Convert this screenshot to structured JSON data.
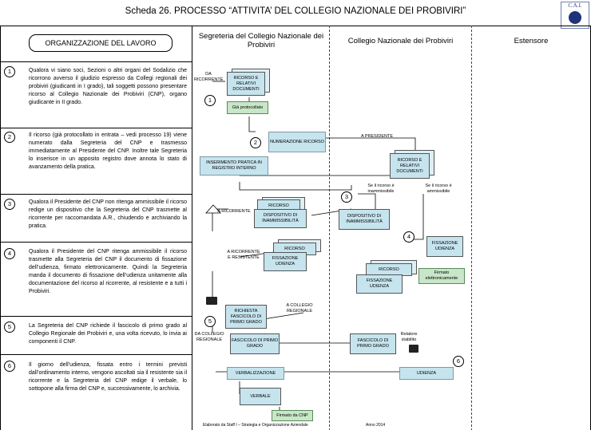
{
  "title": "Scheda 26. PROCESSO “ATTIVITA’ DEL COLLEGIO NAZIONALE DEI PROBIVIRI”",
  "logo_text": "C.A.I.",
  "columns": {
    "org": "ORGANIZZAZIONE DEL LAVORO",
    "segreteria": "Segreteria del Collegio Nazionale dei Probiviri",
    "collegio": "Collegio Nazionale dei Probiviri",
    "estensore": "Estensore"
  },
  "steps": [
    {
      "num": "1",
      "text": "Qualora vi siano soci, Sezioni o altri organi del Sodalizio che ricorrono avverso il giudizio espresso da Collegi regionali dei probiviri (giudicanti in I grado), tali soggetti possono presentare ricorso al Collegio Nazionale dei Probiviri (CNP), organo giudicante in II grado."
    },
    {
      "num": "2",
      "text": "Il ricorso (già protocollato in entrata – vedi processo 19) viene numerato dalla Segreteria del CNP e trasmesso immediatamente al Presidente del CNP. Inoltre tale Segreteria lo inserisce in un apposito registro dove annota lo stato di avanzamento della pratica."
    },
    {
      "num": "3",
      "text": "Qualora il Presidente del CNP non ritenga ammissibile il ricorso redige un dispositivo che la Segreteria del CNP trasmette al ricorrente per raccomandata A.R., chiudendo e archiviando la pratica."
    },
    {
      "num": "4",
      "text": "Qualora il Presidente del CNP ritenga ammissibile il ricorso trasmette alla Segreteria del CNP il documento di fissazione dell’udienza, firmato elettronicamente. Quindi la Segreteria manda il documento di fissazione dell’udienza unitamente alla documentazione del ricorso al ricorrente, al resistente e a tutti i Probiviri."
    },
    {
      "num": "5",
      "text": "La Segreteria del CNP richiede il fascicolo di primo grado al Collegio Regionale dei Probiviri e, una volta ricevuto, lo invia ai componenti il CNP."
    },
    {
      "num": "6",
      "text": "Il giorno dell’udienza, fissata entro i termini previsti dall’ordinamento interno, vengono ascoltati sia il resistente sia il ricorrente e la Segreteria del CNP redige il verbale, lo sottopone alla firma del CNP e, successivamente, lo archivia."
    }
  ],
  "flow": {
    "da_ricorrente": "DA RICORRENTE",
    "ricorso_relativi": "RICORSO E RELATIVI DOCUMENTI",
    "gia_protocollato": "Già protocollato",
    "numerazione": "NUMERAZIONE RICORSO",
    "a_presidente": "A PRESIDENTE",
    "ricorso_relativi_2": "RICORSO E RELATIVI DOCUMENTI",
    "inserimento": "INSERIMENTO PRATICA IN REGISTRO INTERNO",
    "se_non_ammissibile": "Se il ricorso è inammissibile",
    "se_ammissibile": "Se il ricorso è ammissibile",
    "a_ricorrente": "A RICORRENTE",
    "ricorso_3": "RICORSO",
    "dispositivo_seg": "DISPOSITIVO DI INAMMISSIBILITÀ",
    "dispositivo_col": "DISPOSITIVO DI INAMMISSIBILITÀ",
    "a_ricorrente_resistente": "A RICORRENTE E RESISTENTE",
    "ricorso_4": "RICORSO",
    "fissazione_seg": "FISSAZIONE UDIENZA",
    "fissazione_col_top": "FISSAZIONE UDIENZA",
    "ricorso_5": "RICORSO",
    "fissazione_col": "FISSAZIONE UDIENZA",
    "firmato_elettronicamente": "Firmato elettronicamente",
    "richiesta_fascicolo": "RICHIESTA FASCICOLO DI PRIMO GRADO",
    "a_collegio_regionale": "A COLLEGIO REGIONALE",
    "da_collegio_regionale": "DA COLLEGIO REGIONALE",
    "fascicolo_seg": "FASCICOLO DI PRIMO GRADO",
    "fascicolo_col": "FASCICOLO DI PRIMO GRADO",
    "relazione_stabilito": "Relatore stabilito",
    "verbalizzazione": "VERBALIZZAZIONE",
    "udienza": "UDIENZA",
    "verbale": "VERBALE",
    "firmato_cnp": "Firmato da CNP"
  },
  "footer": {
    "source": "Elaborato da Staff I – Strategia e Organizzazione Aziendale",
    "year": "Anno 2014"
  }
}
